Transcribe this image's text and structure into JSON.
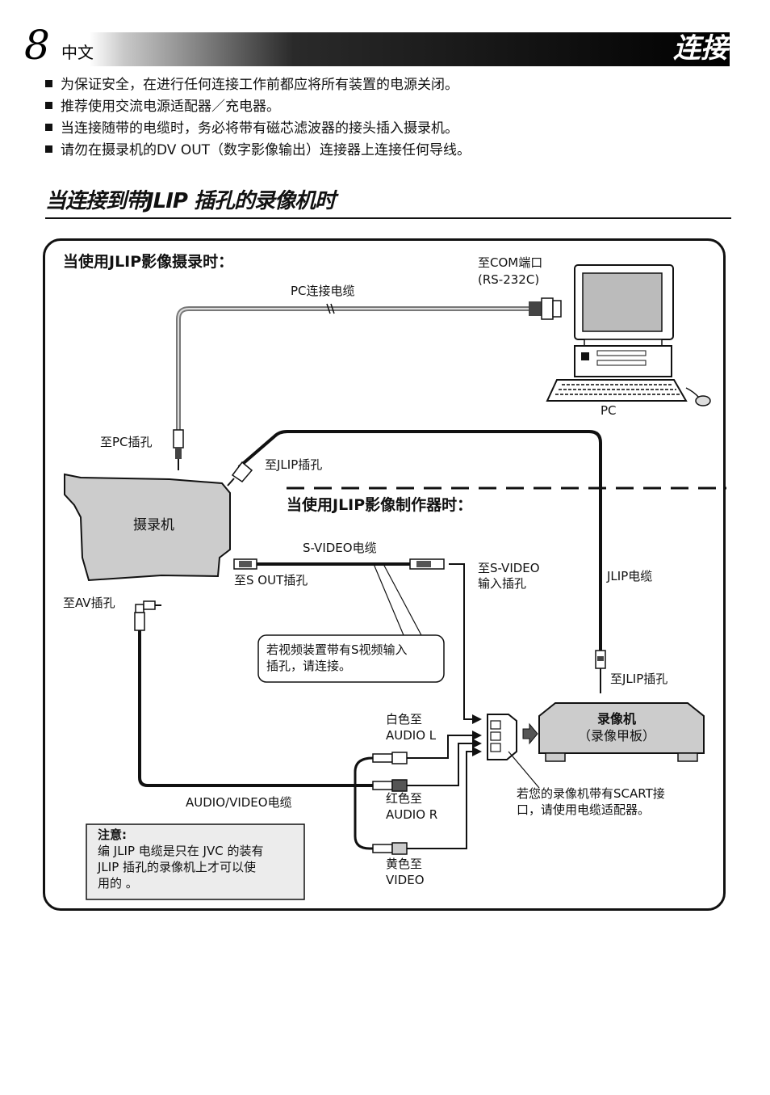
{
  "header": {
    "page_number": "8",
    "language": "中文",
    "section_title": "连接"
  },
  "bullets": [
    "为保证安全，在进行任何连接工作前都应将所有装置的电源关闭。",
    "推荐使用交流电源适配器／充电器。",
    "当连接随带的电缆时，务必将带有磁芯滤波器的接头插入摄录机。",
    "请勿在摄录机的DV OUT（数字影像输出）连接器上连接任何导线。"
  ],
  "subheading": "当连接到带JLIP 插孔的录像机时",
  "diagram": {
    "section_capture": "当使用JLIP影像摄录时：",
    "section_producer": "当使用JLIP影像制作器时：",
    "to_com_port": "至COM端口",
    "rs232c": "(RS-232C)",
    "pc_cable": "PC连接电缆",
    "pc": "PC",
    "to_pc_jack": "至PC插孔",
    "to_jlip_jack_camcorder": "至JLIP插孔",
    "camcorder": "摄录机",
    "svideo_cable": "S-VIDEO电缆",
    "to_s_out": "至S OUT插孔",
    "to_svideo_in_line1": "至S-VIDEO",
    "to_svideo_in_line2": "输入插孔",
    "jlip_cable": "JLIP电缆",
    "to_av_jack": "至AV插孔",
    "svideo_note_line1": "若视频装置带有S视频输入",
    "svideo_note_line2": "插孔，请连接。",
    "to_jlip_jack_vcr": "至JLIP插孔",
    "white_to": "白色至",
    "audio_l": "AUDIO L",
    "red_to": "红色至",
    "audio_r": "AUDIO R",
    "yellow_to": "黄色至",
    "video": "VIDEO",
    "vcr": "录像机",
    "vcr_sub": "（录像甲板）",
    "av_cable": "AUDIO/VIDEO电缆",
    "scart_line1": "若您的录像机带有SCART接",
    "scart_line2": "口，请使用电缆适配器。"
  },
  "note": {
    "title": "注意:",
    "lines": [
      "编 JLIP 电缆是只在 JVC 的装有",
      "JLIP 插孔的录像机上才可以使",
      "用的 。"
    ]
  }
}
